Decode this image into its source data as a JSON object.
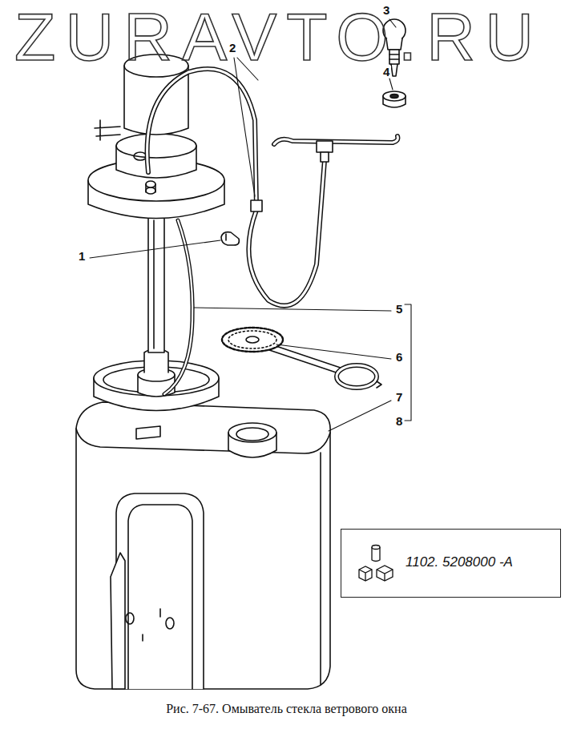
{
  "diagram": {
    "caption": "Рис. 7-67. Омыватель стекла ветрового окна",
    "nodes": [
      {
        "text": [
          "1102. 5208000 -A"
        ]
      }
    ],
    "labels": [
      "ZURAVTO.RU",
      "3",
      "2",
      "4",
      "1",
      "5",
      "6",
      "7",
      "8"
    ]
  }
}
